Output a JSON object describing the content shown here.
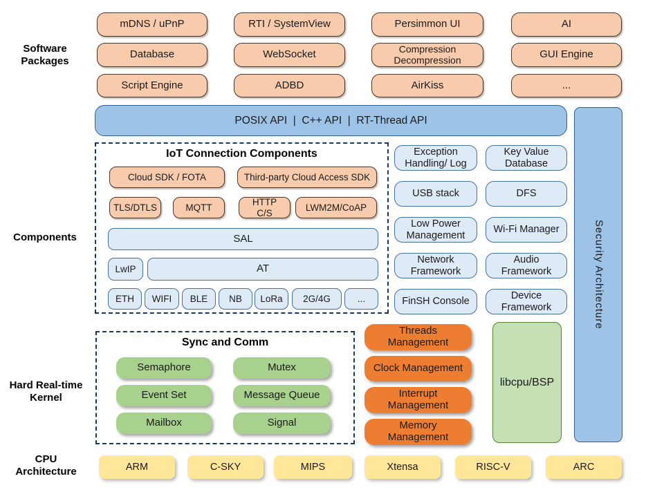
{
  "side_labels": {
    "software": "Software\nPackages",
    "components": "Components",
    "kernel": "Hard Real-time\nKernel",
    "cpu": "CPU\nArchitecture"
  },
  "packages": {
    "rows": [
      [
        "mDNS / uPnP",
        "RTI / SystemView",
        "Persimmon UI",
        "AI"
      ],
      [
        "Database",
        "WebSocket",
        "Compression\nDecompression",
        "GUI Engine"
      ],
      [
        "Script Engine",
        "ADBD",
        "AirKiss",
        "..."
      ]
    ]
  },
  "api_bar": {
    "label": "POSIX API  |  C++ API  |  RT-Thread API"
  },
  "security_bar": {
    "label": "Security Architecture"
  },
  "components_section": {
    "title": "IoT Connection Components",
    "cloud_sdk": "Cloud SDK / FOTA",
    "third_party_sdk": "Third-party Cloud Access SDK",
    "protocols": [
      "TLS/DTLS",
      "MQTT",
      "HTTP C/S",
      "LWM2M/CoAP"
    ],
    "sal": "SAL",
    "lwip": "LwIP",
    "at": "AT",
    "links": [
      "ETH",
      "WIFI",
      "BLE",
      "NB",
      "LoRa",
      "2G/4G",
      "..."
    ],
    "services": {
      "col_a": [
        "Exception Handling/ Log",
        "USB stack",
        "Low Power Management",
        "Network Framework",
        "FinSH Console"
      ],
      "col_b": [
        "Key Value Database",
        "DFS",
        "Wi-Fi Manager",
        "Audio Framework",
        "Device Framework"
      ]
    }
  },
  "kernel_section": {
    "title": "Sync and Comm",
    "sync_col_a": [
      "Semaphore",
      "Event Set",
      "Mailbox"
    ],
    "sync_col_b": [
      "Mutex",
      "Message Queue",
      "Signal"
    ],
    "management": [
      "Threads Management",
      "Clock Management",
      "Interrupt Management",
      "Memory Management"
    ],
    "libcpu": "libcpu/BSP"
  },
  "cpu_row": [
    "ARM",
    "C-SKY",
    "MIPS",
    "Xtensa",
    "RISC-V",
    "ARC"
  ],
  "colors": {
    "package_fill": "#F8CBAD",
    "package_border": "#46362C",
    "api_fill": "#9DC3E6",
    "api_border": "#2F5E8E",
    "component_fill": "#DEEBF7",
    "component_border": "#41719C",
    "sync_fill": "#A9D18E",
    "management_fill": "#ED7D31",
    "libcpu_fill": "#C5E0B4",
    "libcpu_border": "#538135",
    "cpu_fill": "#FFE699",
    "dashed_border": "#17375E"
  }
}
